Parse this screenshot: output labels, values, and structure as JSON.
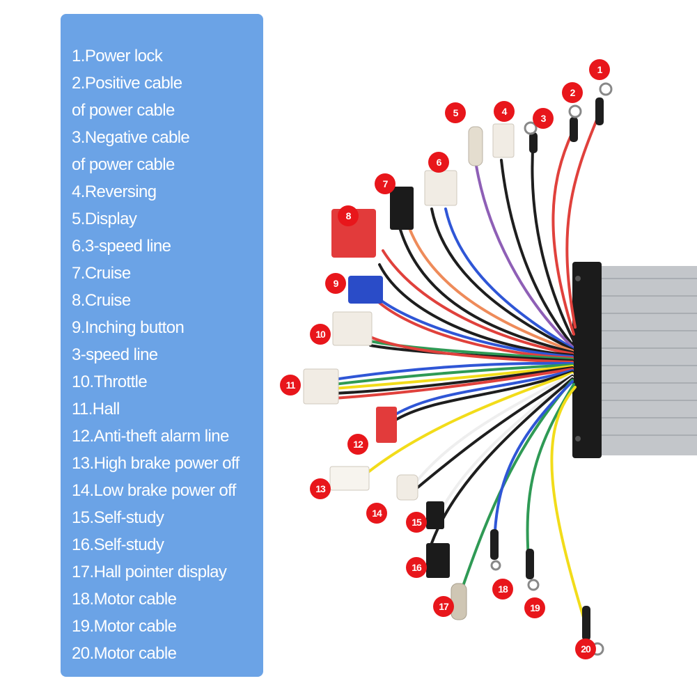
{
  "legend": {
    "items": [
      "1.Power lock",
      "2.Positive cable",
      "of power cable",
      "3.Negative cable",
      "of power cable",
      "4.Reversing",
      "5.Display",
      "6.3-speed line",
      "7.Cruise",
      "8.Cruise",
      "9.Inching button",
      "3-speed line",
      "10.Throttle",
      "11.Hall",
      "12.Anti-theft alarm line",
      "13.High brake power off",
      "14.Low brake power off",
      "15.Self-study",
      "16.Self-study",
      "17.Hall pointer display",
      "18.Motor cable",
      "19.Motor cable",
      "20.Motor cable"
    ]
  },
  "callouts": [
    "1",
    "2",
    "3",
    "4",
    "5",
    "6",
    "7",
    "8",
    "9",
    "10",
    "11",
    "12",
    "13",
    "14",
    "15",
    "16",
    "17",
    "18",
    "19",
    "20"
  ],
  "colors": {
    "panel": "#6ba3e6",
    "callout": "#e8161b",
    "wire_red": "#e0413c",
    "wire_black": "#1e1e1e",
    "wire_yellow": "#f2dc1a",
    "wire_green": "#2f9a55",
    "wire_blue": "#2f56d6",
    "wire_white": "#eeeeee",
    "wire_purple": "#8e5fb6",
    "wire_orange": "#ee8b5a",
    "controller_body": "#bfc2c6"
  }
}
